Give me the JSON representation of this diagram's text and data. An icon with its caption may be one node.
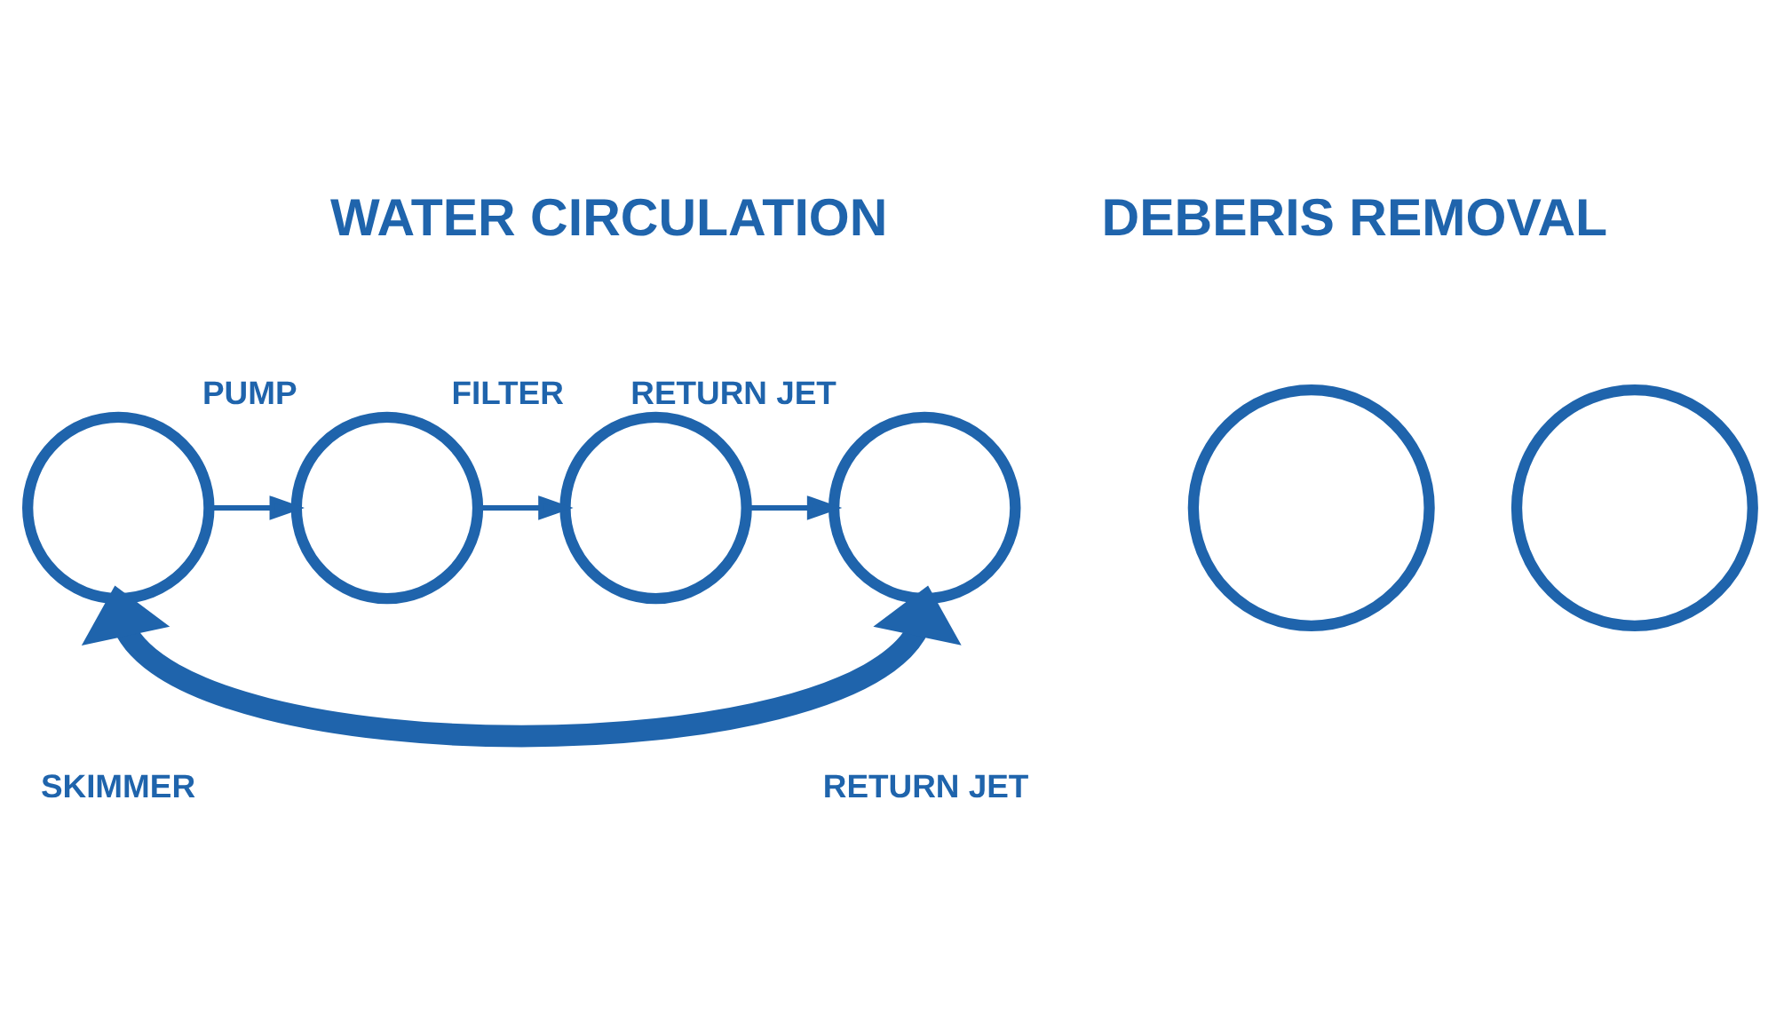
{
  "diagram": {
    "nodes": [
      {
        "text": [],
        "shape": "circle"
      },
      {
        "text": [],
        "shape": "circle",
        "beside": [
          "PUMP"
        ]
      },
      {
        "text": [],
        "shape": "circle",
        "beside": [
          "FILTER"
        ]
      },
      {
        "text": [],
        "shape": "circle",
        "beside": [
          "RETURN JET"
        ]
      },
      {
        "text": [],
        "shape": "circle"
      },
      {
        "text": [],
        "shape": "circle"
      }
    ],
    "edges": [
      {
        "from": 0,
        "to": 1,
        "arrow": "to"
      },
      {
        "from": 1,
        "to": 2,
        "arrow": "to"
      },
      {
        "from": 2,
        "to": 3,
        "arrow": "to"
      },
      {
        "from": 0,
        "to": 3,
        "arrow": "both",
        "style": "thick"
      }
    ],
    "labels": [
      "WATER CIRCULATION",
      "DEBERIS REMOVAL",
      "SKIMMER",
      "RETURN JET"
    ]
  }
}
